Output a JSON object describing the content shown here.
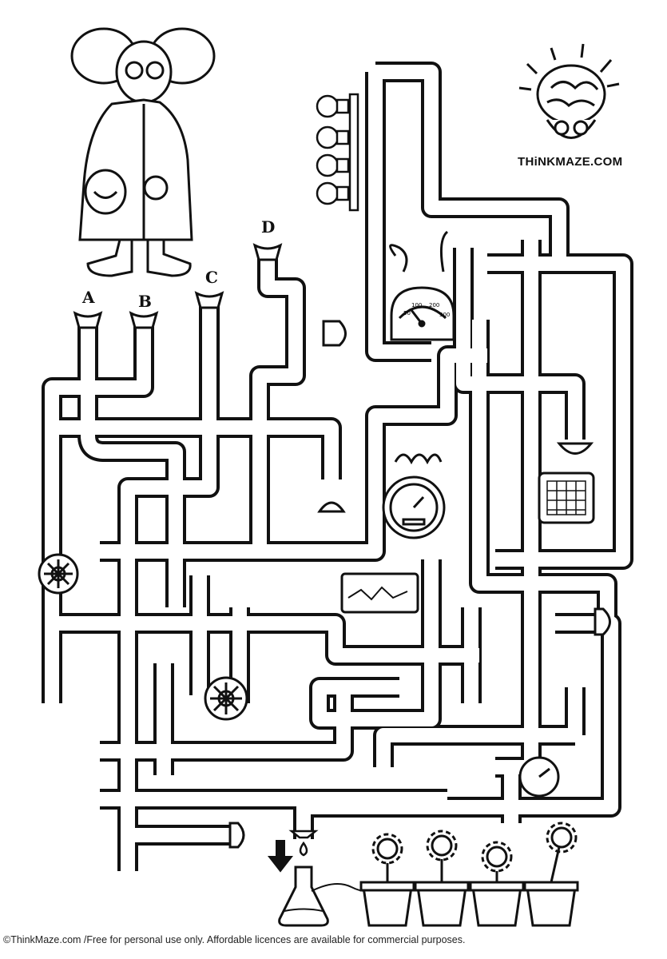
{
  "maze": {
    "entry_labels": [
      "A",
      "B",
      "C",
      "D"
    ],
    "brand": "THiNKMAZE.COM",
    "gauge_scale": [
      "50",
      "100",
      "200",
      "300"
    ]
  },
  "footer": {
    "text": "©ThinkMaze.com /Free for personal use only. Affordable licences are available for commercial purposes."
  },
  "icons": [
    "scientist-icon",
    "brain-mascot-icon",
    "light-bulb-icon",
    "flask-icon",
    "flower-pot-icon",
    "valve-wheel-icon",
    "gauge-icon",
    "arrow-down-icon",
    "drop-icon"
  ]
}
